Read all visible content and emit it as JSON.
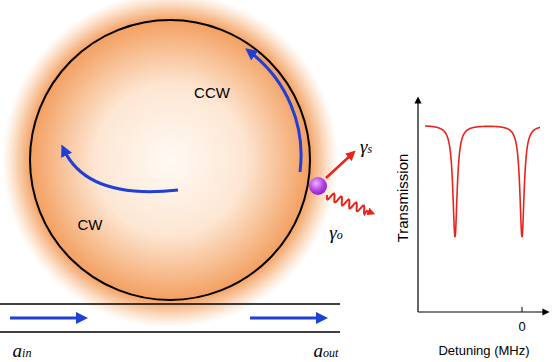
{
  "diagram": {
    "labels": [
      "CCW",
      "CW",
      "γs",
      "γo",
      "ain",
      "aout",
      "Transmission",
      "0",
      "Detuning (MHz)"
    ]
  }
}
